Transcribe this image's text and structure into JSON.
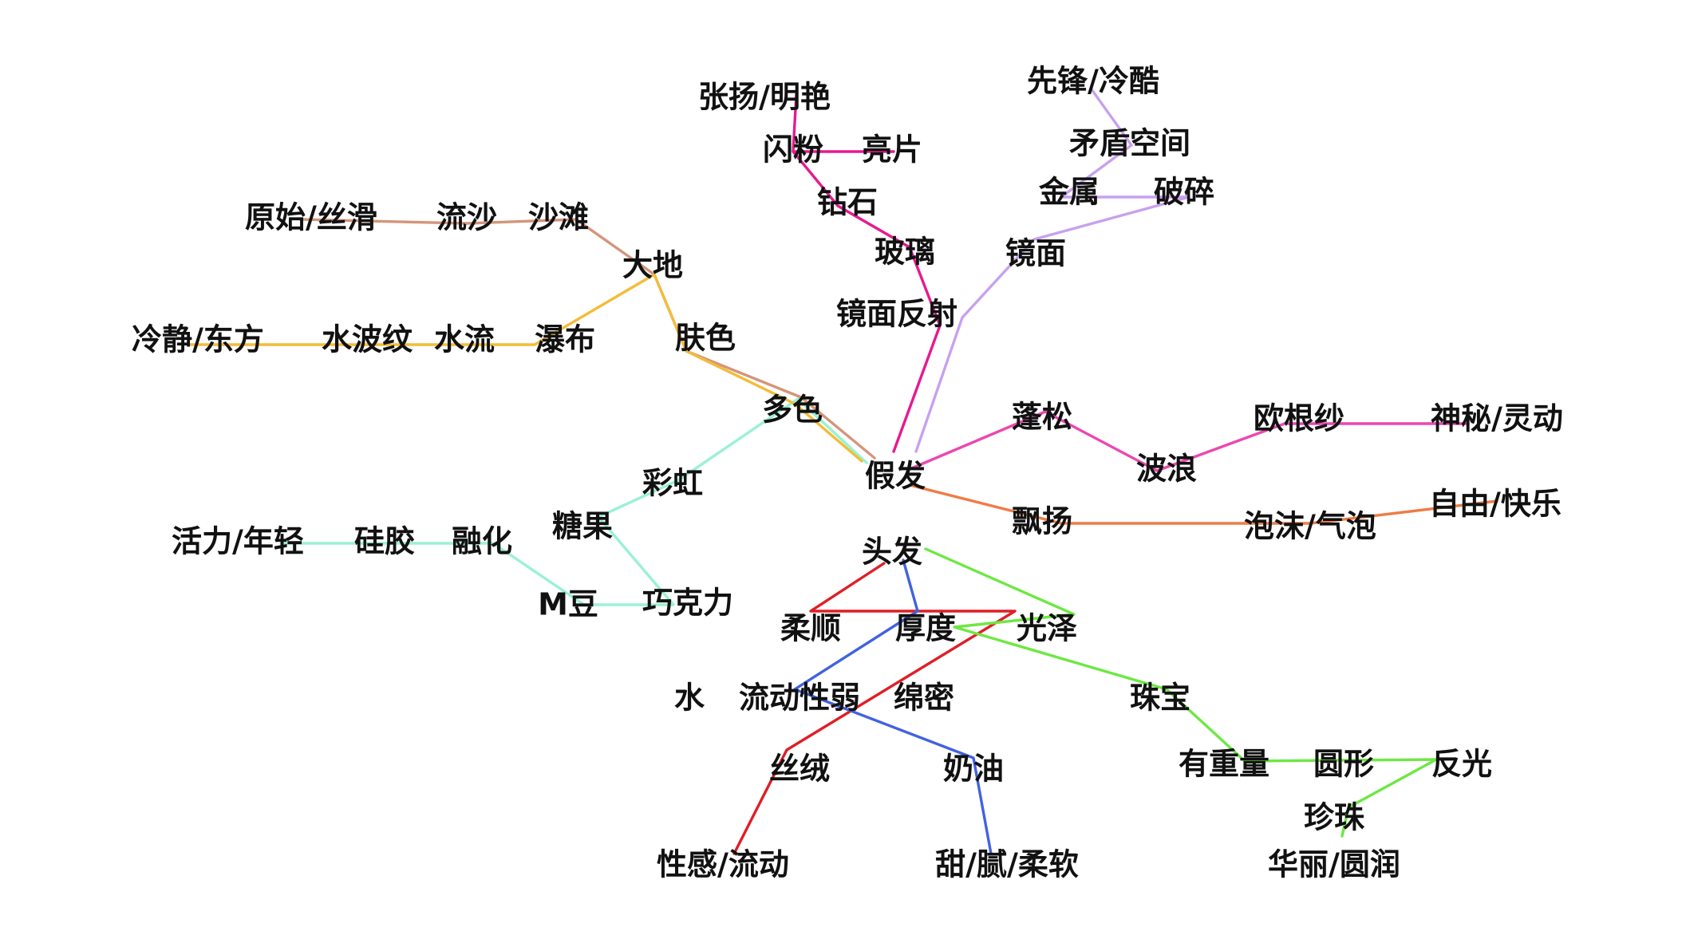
{
  "labels": {
    "jiafa": "假发",
    "toufa": "头发",
    "duose": "多色",
    "caihong": "彩虹",
    "tangguo": "糖果",
    "huoli": "活力/年轻",
    "guijiao": "硅胶",
    "ronghua": "融化",
    "mdou": "M豆",
    "qiaokeli": "巧克力",
    "dadi": "大地",
    "fuse": "肤色",
    "yuanshi": "原始/丝滑",
    "liusha": "流沙",
    "shatan": "沙滩",
    "lengjing": "冷静/东方",
    "shuibowen": "水波纹",
    "shuiliu": "水流",
    "pubu": "瀑布",
    "zhangyang": "张扬/明艳",
    "shanfen": "闪粉",
    "liangpian": "亮片",
    "zuanshi": "钻石",
    "boli": "玻璃",
    "jingmianfanshe": "镜面反射",
    "xianfeng": "先锋/冷酷",
    "maodun": "矛盾空间",
    "jinshu": "金属",
    "posui": "破碎",
    "jingmian": "镜面",
    "pengsong": "蓬松",
    "bolang": "波浪",
    "ougensha": "欧根纱",
    "shenmi": "神秘/灵动",
    "piaoyang": "飘扬",
    "paomo": "泡沫/气泡",
    "ziyou": "自由/快乐",
    "roushun": "柔顺",
    "houdu": "厚度",
    "guangze": "光泽",
    "shui": "水",
    "liudongxingruo": "流动性弱",
    "mianmi": "绵密",
    "sirong": "丝绒",
    "xinggan": "性感/流动",
    "naiyou": "奶油",
    "tian": "甜/腻/柔软",
    "zhubao": "珠宝",
    "youzhongliang": "有重量",
    "yuanxing": "圆形",
    "fanguang": "反光",
    "zhenzhu": "珍珠",
    "huali": "华丽/圆润"
  },
  "edges": [
    {
      "id": "path-cyan",
      "color": "#99f2d1",
      "nodes": [
        "jiafa",
        "duose",
        "caihong",
        "tangguo",
        "qiaokeli",
        "mdou",
        "ronghua",
        "guijiao",
        "huoli"
      ]
    },
    {
      "id": "path-tan",
      "color": "#d4957a",
      "nodes": [
        "jiafa",
        "duose",
        "fuse",
        "dadi",
        "shatan",
        "liusha",
        "yuanshi"
      ]
    },
    {
      "id": "path-yellow",
      "color": "#f3bc39",
      "nodes": [
        "jiafa",
        "duose",
        "fuse",
        "dadi",
        "pubu",
        "shuiliu",
        "shuibowen",
        "lengjing"
      ]
    },
    {
      "id": "path-magenta",
      "color": "#e8198f",
      "nodes": [
        "jiafa",
        "jingmianfanshe",
        "boli",
        "zuanshi",
        "shanfen",
        "liangpian",
        "shanfen",
        "zhangyang"
      ]
    },
    {
      "id": "path-lavender",
      "color": "#c7a1ef",
      "nodes": [
        "jiafa",
        "jingmianfanshe",
        "jingmian",
        "posui",
        "jinshu",
        "maodun",
        "xianfeng"
      ]
    },
    {
      "id": "path-pink",
      "color": "#ec47b0",
      "nodes": [
        "jiafa",
        "pengsong",
        "bolang",
        "ougensha",
        "shenmi"
      ]
    },
    {
      "id": "path-orange",
      "color": "#ef7c45",
      "nodes": [
        "jiafa",
        "piaoyang",
        "paomo",
        "ziyou"
      ]
    },
    {
      "id": "path-red",
      "color": "#e01e26",
      "nodes": [
        "toufa",
        "roushun",
        "guangze",
        "sirong",
        "xinggan"
      ]
    },
    {
      "id": "path-blue",
      "color": "#4262df",
      "nodes": [
        "toufa",
        "houdu",
        "liudongxingruo",
        "naiyou",
        "tian"
      ]
    },
    {
      "id": "path-green",
      "color": "#6de843",
      "nodes": [
        "toufa",
        "guangze",
        "houdu",
        "zhubao",
        "youzhongliang",
        "fanguang",
        "zhenzhu",
        "huali"
      ]
    }
  ]
}
